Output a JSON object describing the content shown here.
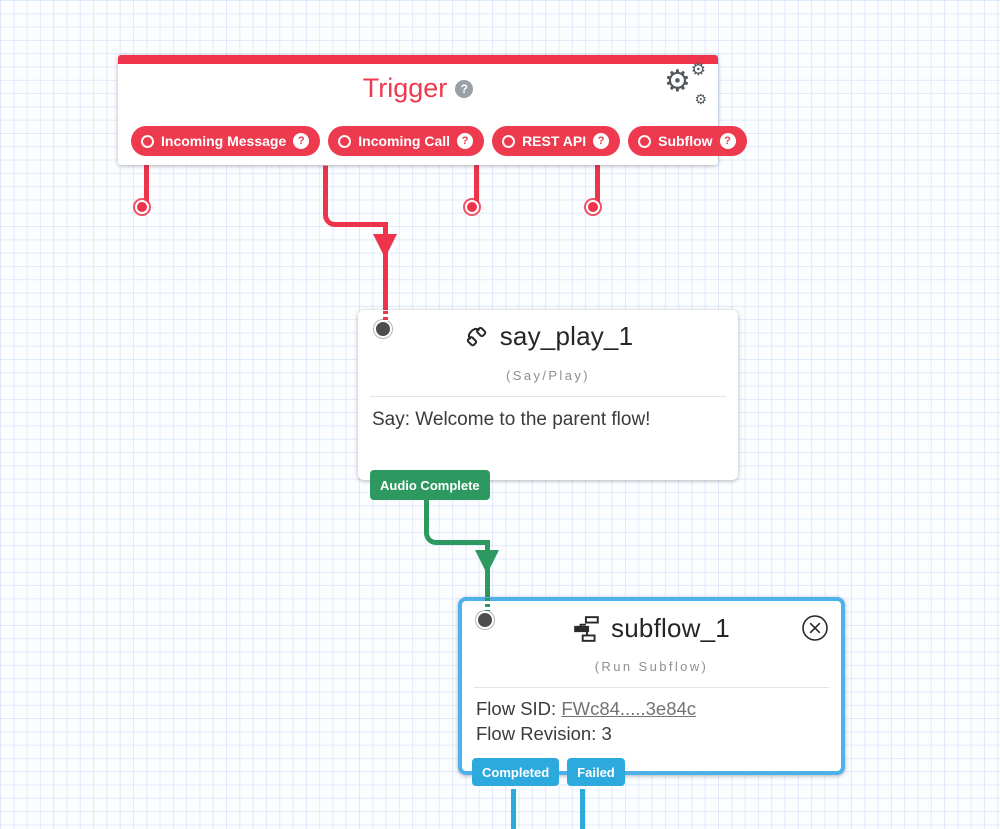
{
  "glyphs": {
    "help": "?",
    "gear": "⚙"
  },
  "colors": {
    "red": "#ed344b",
    "green": "#2d9860",
    "blue": "#2ca9dd",
    "selection_blue": "#4fb1ea",
    "grid_blue": "#dce8f8"
  },
  "trigger": {
    "title": "Trigger",
    "pills": [
      {
        "label": "Incoming Message"
      },
      {
        "label": "Incoming Call"
      },
      {
        "label": "REST API"
      },
      {
        "label": "Subflow"
      }
    ]
  },
  "widgets": {
    "say_play": {
      "title": "say_play_1",
      "type_label": "(Say/Play)",
      "body": "Say: Welcome to the parent flow!",
      "transition": "Audio Complete"
    },
    "subflow": {
      "title": "subflow_1",
      "type_label": "(Run Subflow)",
      "flow_sid_label": "Flow SID:",
      "flow_sid_value": "FWc84.....3e84c",
      "flow_revision_label": "Flow Revision:",
      "flow_revision_value": "3",
      "transitions": [
        {
          "label": "Completed"
        },
        {
          "label": "Failed"
        }
      ]
    }
  }
}
